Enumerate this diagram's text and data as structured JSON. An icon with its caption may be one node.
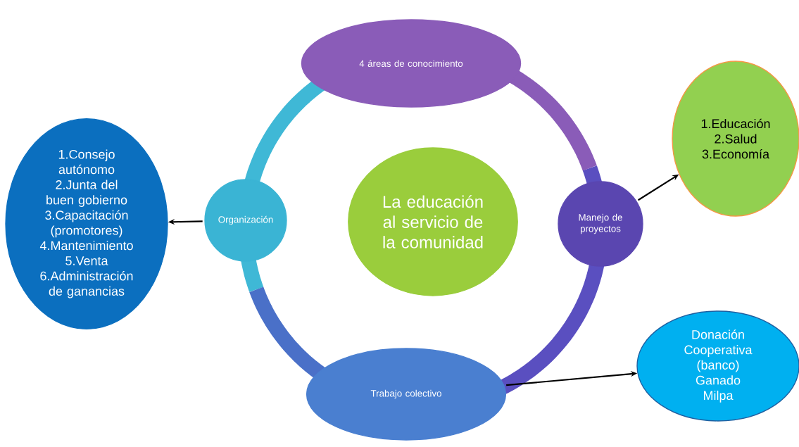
{
  "diagram": {
    "nodes": [
      {
        "text": [
          "La educación al servicio de la comunidad"
        ]
      },
      {
        "text": [
          "4 áreas de conocimiento"
        ]
      },
      {
        "text": [
          "Organización"
        ]
      },
      {
        "text": [
          "Manejo de proyectos"
        ]
      },
      {
        "text": [
          "Trabajo colectivo"
        ]
      },
      {
        "text": [
          "1.Consejo autónomo 2.Junta del buen gobierno 3.Capacitación (promotores) 4.Mantenimiento 5.Venta 6.Administración de ganancias"
        ]
      },
      {
        "text": [
          "1.Educación 2.Salud 3.Economía"
        ]
      },
      {
        "text": [
          "Donación Cooperativa (banco) Ganado Milpa"
        ]
      }
    ],
    "edges": [
      {
        "from": 2,
        "to": 5,
        "arrow": "to"
      },
      {
        "from": 3,
        "to": 6,
        "arrow": "to"
      },
      {
        "from": 4,
        "to": 7,
        "arrow": "to"
      }
    ]
  }
}
